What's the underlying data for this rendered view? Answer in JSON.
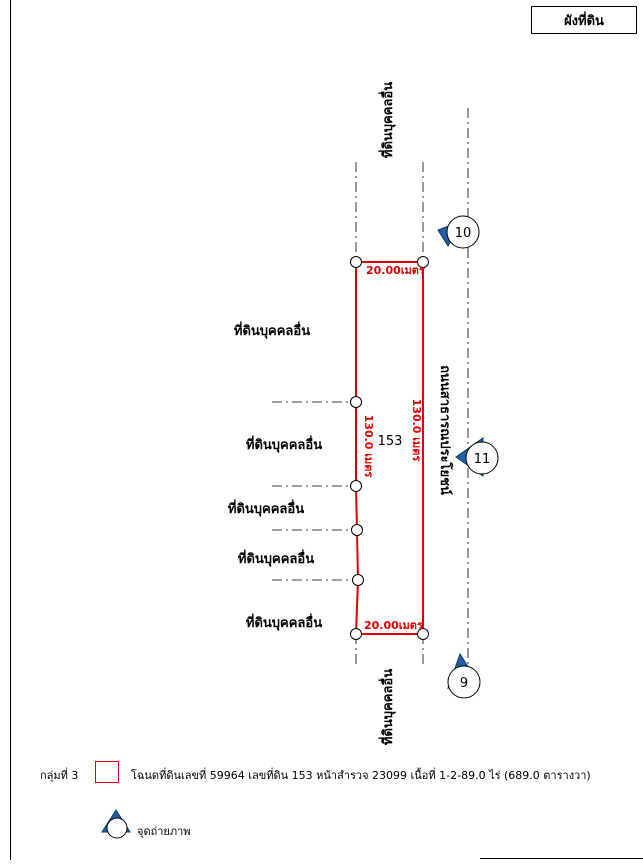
{
  "header": {
    "title": "ผังที่ดิน"
  },
  "parcel": {
    "number": "153",
    "top_width": "20.00เมตร",
    "bottom_width": "20.00เมตร",
    "left_length": "130.0 เมตร",
    "right_length": "130.0 เมตร"
  },
  "labels": {
    "north_neighbor": "ที่ดินบุคคลอื่น",
    "south_neighbor": "ที่ดินบุคคลอื่น",
    "west_neighbor_1": "ที่ดินบุคคลอื่น",
    "west_neighbor_2": "ที่ดินบุคคลอื่น",
    "west_neighbor_3": "ที่ดินบุคคลอื่น",
    "west_neighbor_4": "ที่ดินบุคคลอื่น",
    "west_neighbor_5": "ที่ดินบุคคลอื่น",
    "road": "ถนนสาธารณประโยชน์"
  },
  "photo_points": [
    {
      "id": "10"
    },
    {
      "id": "11"
    },
    {
      "id": "9"
    }
  ],
  "legend": {
    "group": "กลุ่มที่ 3",
    "deed_text": "โฉนดที่ดินเลขที่ 59964 เลขที่ดิน 153 หน้าสำรวจ 23099 เนื้อที่ 1-2-89.0 ไร่ (689.0 ตารางวา)",
    "photo_point_text": "จุดถ่ายภาพ"
  },
  "colors": {
    "boundary": "#e00000",
    "marker": "#1f5fa8"
  }
}
